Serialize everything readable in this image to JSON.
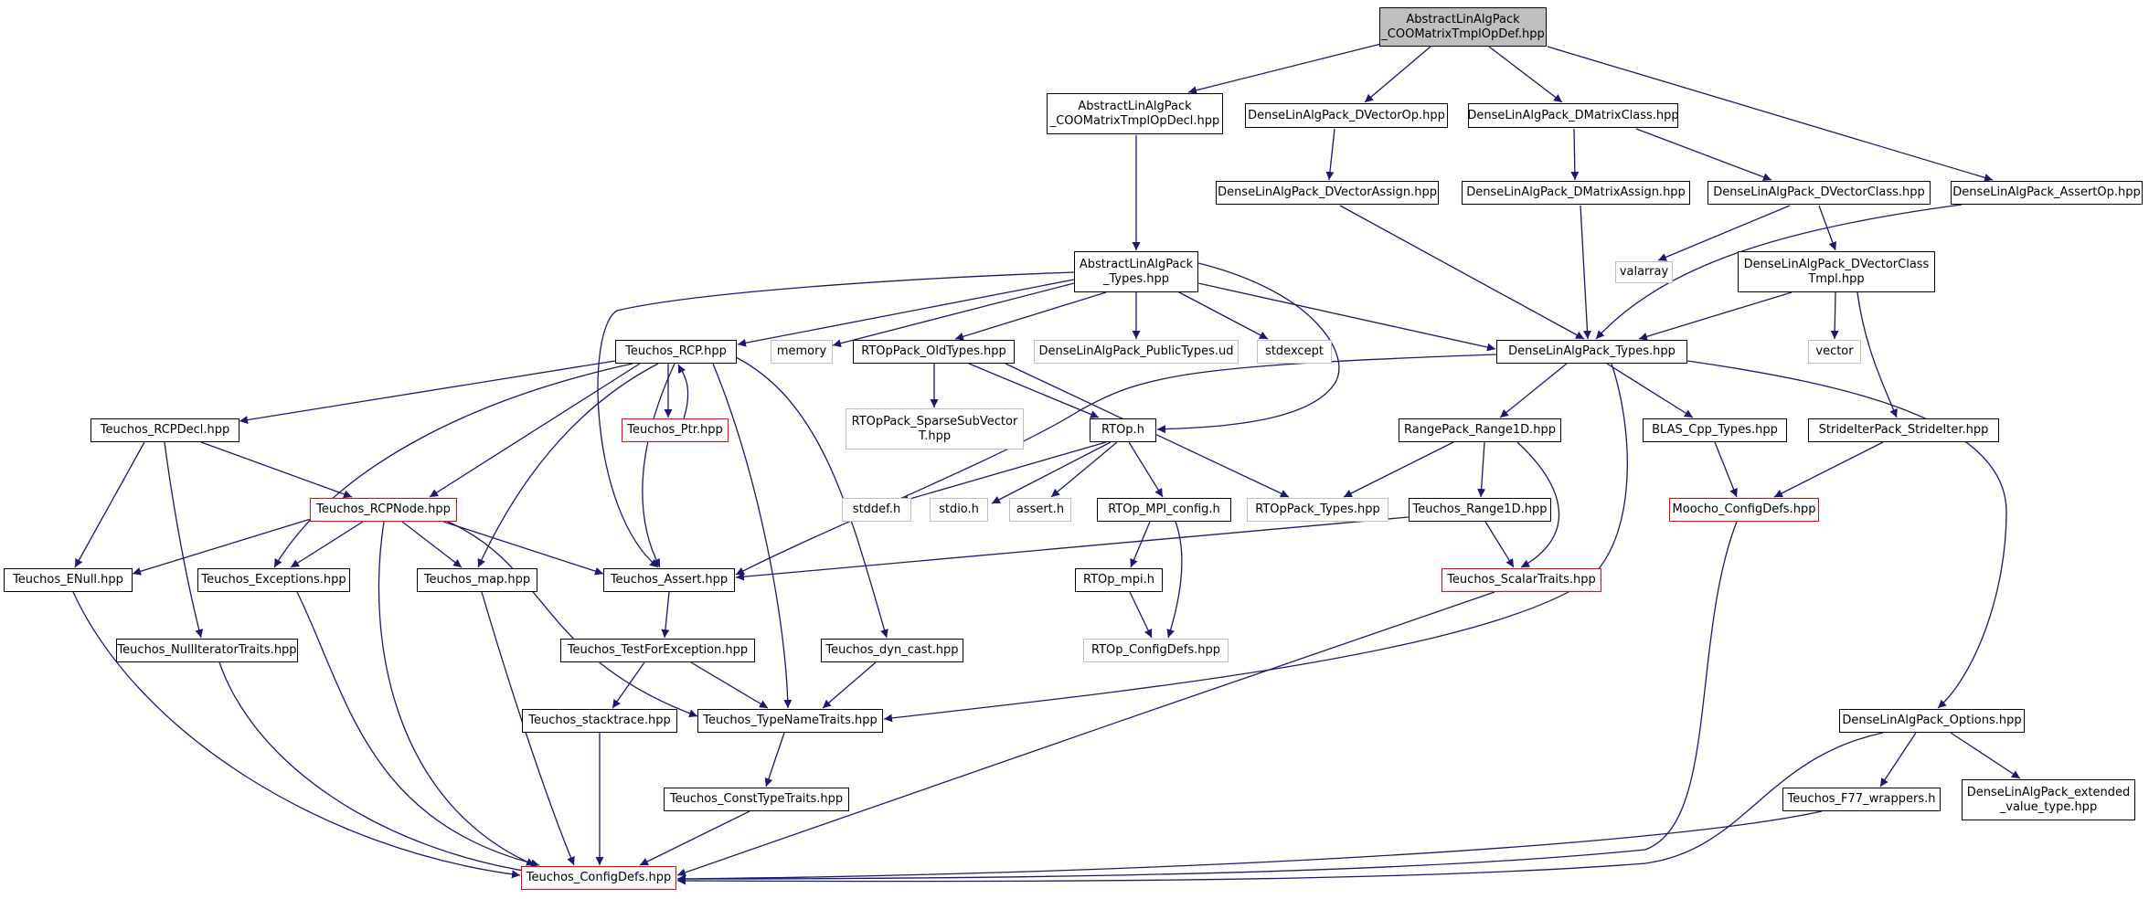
{
  "colors": {
    "edge": "#191970",
    "node_border": "#000000",
    "system_border": "#bfbfbf",
    "truncated_border": "#ff0000",
    "root_fill": "#bfbfbf"
  },
  "nodes": {
    "root": "AbstractLinAlgPack\n_COOMatrixTmplOpDef.hpp",
    "coo_decl": "AbstractLinAlgPack\n_COOMatrixTmplOpDecl.hpp",
    "dvectorop": "DenseLinAlgPack_DVectorOp.hpp",
    "dmatrixclass": "DenseLinAlgPack_DMatrixClass.hpp",
    "assertop": "DenseLinAlgPack_AssertOp.hpp",
    "dvectorassign": "DenseLinAlgPack_DVectorAssign.hpp",
    "dmatrixassign": "DenseLinAlgPack_DMatrixAssign.hpp",
    "dvectorclass": "DenseLinAlgPack_DVectorClass.hpp",
    "ala_types": "AbstractLinAlgPack\n_Types.hpp",
    "valarray": "valarray",
    "dvectorclasstmpl": "DenseLinAlgPack_DVectorClass\nTmpl.hpp",
    "rcp": "Teuchos_RCP.hpp",
    "memory": "memory",
    "rtop_oldtypes": "RTOpPack_OldTypes.hpp",
    "publictypes": "DenseLinAlgPack_PublicTypes.ud",
    "stdexcept": "stdexcept",
    "dla_types": "DenseLinAlgPack_Types.hpp",
    "vector": "vector",
    "rcpdecl": "Teuchos_RCPDecl.hpp",
    "ptr": "Teuchos_Ptr.hpp",
    "sparsesubvector": "RTOpPack_SparseSubVector\nT.hpp",
    "rtop_h": "RTOp.h",
    "range1d": "RangePack_Range1D.hpp",
    "blas_types": "BLAS_Cpp_Types.hpp",
    "strideiter": "StrideIterPack_StrideIter.hpp",
    "rcpnode": "Teuchos_RCPNode.hpp",
    "stddef": "stddef.h",
    "stdio": "stdio.h",
    "assert_h": "assert.h",
    "mpi_config": "RTOp_MPI_config.h",
    "rtoppack_types": "RTOpPack_Types.hpp",
    "teuchos_range1d": "Teuchos_Range1D.hpp",
    "moocho": "Moocho_ConfigDefs.hpp",
    "enull": "Teuchos_ENull.hpp",
    "exceptions": "Teuchos_Exceptions.hpp",
    "map": "Teuchos_map.hpp",
    "assert": "Teuchos_Assert.hpp",
    "rtop_mpi": "RTOp_mpi.h",
    "scalartraits": "Teuchos_ScalarTraits.hpp",
    "nulliter": "Teuchos_NullIteratorTraits.hpp",
    "testforexc": "Teuchos_TestForException.hpp",
    "dyncast": "Teuchos_dyn_cast.hpp",
    "rtop_configdefs": "RTOp_ConfigDefs.hpp",
    "stacktrace": "Teuchos_stacktrace.hpp",
    "typenametraits": "Teuchos_TypeNameTraits.hpp",
    "options": "DenseLinAlgPack_Options.hpp",
    "consttypetraits": "Teuchos_ConstTypeTraits.hpp",
    "f77": "Teuchos_F77_wrappers.h",
    "extended": "DenseLinAlgPack_extended\n_value_type.hpp",
    "configdefs": "Teuchos_ConfigDefs.hpp"
  }
}
